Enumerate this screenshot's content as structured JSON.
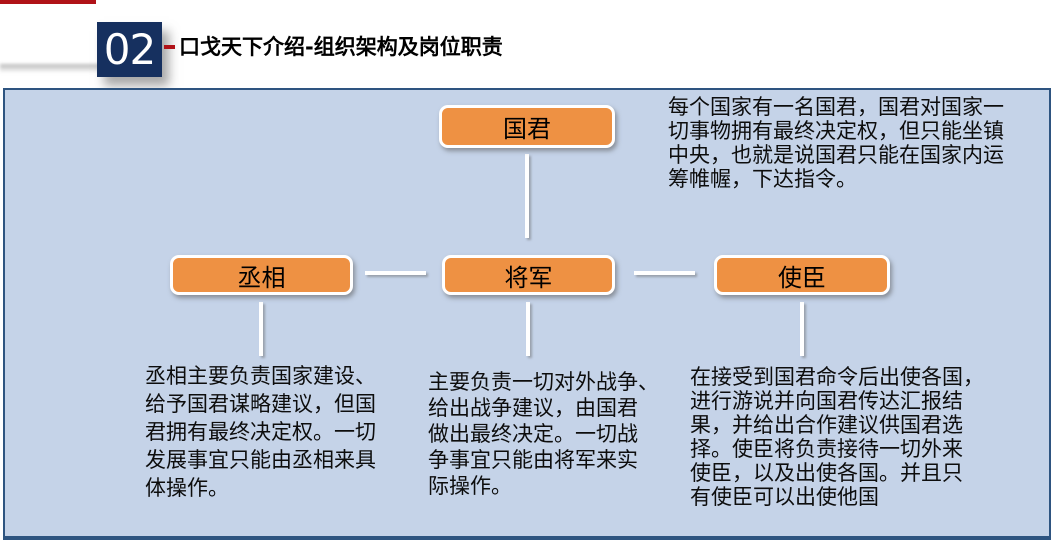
{
  "header": {
    "number": "02",
    "title": "口戈天下介绍-组织架构及岗位职责"
  },
  "colors": {
    "accent_red": "#b01218",
    "number_box_navy": "#16305f",
    "panel_background": "#c5d3e8",
    "panel_border": "#2e5480",
    "node_orange": "#ee9143",
    "connector_white": "#ffffff"
  },
  "org_chart": {
    "root": {
      "label": "国君",
      "description": "每个国家有一名国君，国君对国家一\n切事物拥有最终决定权，但只能坐镇\n中央，也就是说国君只能在国家内运\n筹帷幄，下达指令。"
    },
    "children": [
      {
        "label": "丞相",
        "description": "丞相主要负责国家建设、\n给予国君谋略建议，但国\n君拥有最终决定权。一切\n发展事宜只能由丞相来具\n体操作。"
      },
      {
        "label": "将军",
        "description": "主要负责一切对外战争、\n给出战争建议，由国君\n做出最终决定。一切战\n争事宜只能由将军来实\n际操作。"
      },
      {
        "label": "使臣",
        "description": "在接受到国君命令后出使各国，\n进行游说并向国君传达汇报结\n果，并给出合作建议供国君选\n择。使臣将负责接待一切外来\n使臣，以及出使各国。并且只\n有使臣可以出使他国"
      }
    ]
  }
}
